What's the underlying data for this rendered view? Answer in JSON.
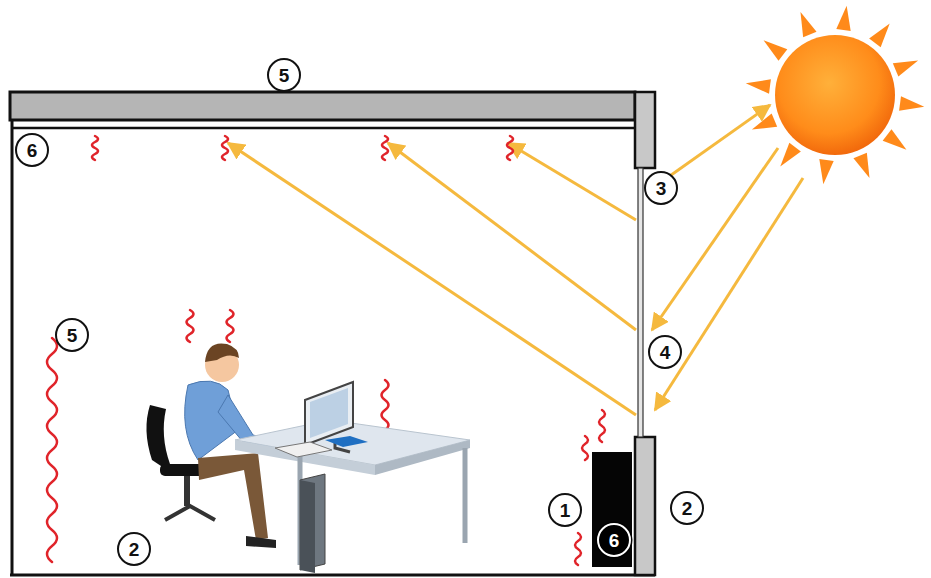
{
  "diagram": {
    "labels": [
      "5",
      "6",
      "3",
      "4",
      "5",
      "1",
      "2",
      "6",
      "2"
    ]
  }
}
